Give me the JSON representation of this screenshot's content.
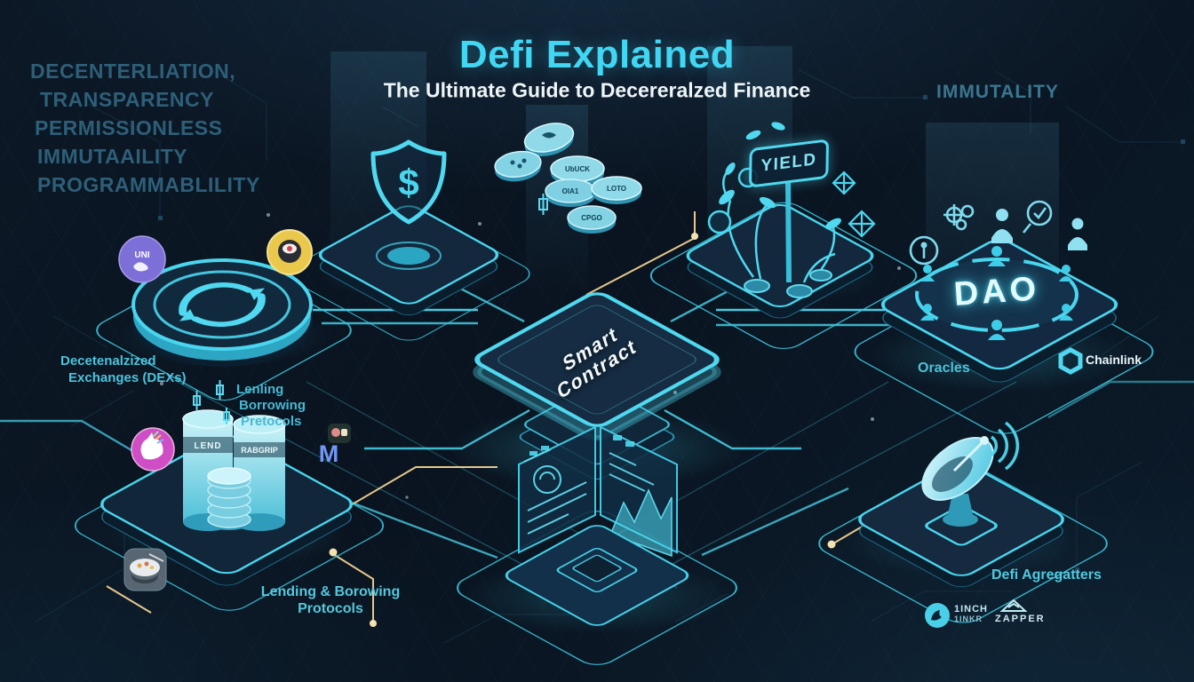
{
  "header": {
    "title": "Defi Explained",
    "subtitle": "The Ultimate Guide to Decereralzed Finance"
  },
  "keywords_left": [
    "DECENTERLIATION,",
    "TRANSPARENCY",
    "PERMISSIONLESS",
    "IMMUTAAILITY",
    "PROGRAMMABLILITY"
  ],
  "keyword_right": "IMMUTALITY",
  "smart_contract": {
    "line1": "Smart",
    "line2": "Contract"
  },
  "security_shield": {
    "symbol": "$"
  },
  "dex": {
    "label_line1": "Decetenalzized",
    "label_line2": "Exchanges (DEXs)",
    "uni_badge": "UNI"
  },
  "coins": {
    "c1": "UbUCK",
    "c2": "OIA1",
    "c3": "LOTO",
    "c4": "CPGO"
  },
  "yield_farming": {
    "sign": "YIELD"
  },
  "lending": {
    "side_label": [
      "Lenling",
      "Borrowing",
      "Pretocols"
    ],
    "bottom_label_line1": "Lending & Borowing",
    "bottom_label_line2": "Protocols",
    "cylinder1": "LEND",
    "cylinder2": "RABGRIP",
    "badge_m": "M"
  },
  "dao": {
    "label": "DAO"
  },
  "oracles": {
    "label": "Oracles",
    "chainlink": "Chainlink"
  },
  "aggregators": {
    "label": "Defi Agregatters",
    "inch_line1": "1INCH",
    "inch_line2": "1INKR",
    "zapper": "ZAPPER"
  },
  "colors": {
    "accent": "#45d6f1",
    "label_teal": "#4cc3da",
    "faded_keywords": "#2d5f78",
    "trace_orange": "#e6c88c"
  }
}
